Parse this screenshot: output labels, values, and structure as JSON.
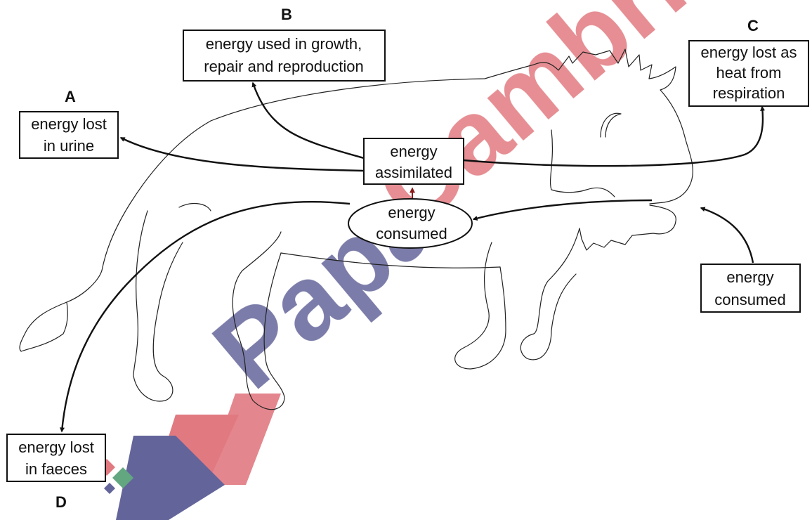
{
  "diagram": {
    "boxes": {
      "a": {
        "letter": "A",
        "line1": "energy lost",
        "line2": "in urine"
      },
      "b": {
        "letter": "B",
        "line1": "energy used in growth,",
        "line2": "repair and reproduction"
      },
      "c": {
        "letter": "C",
        "line1": "energy lost as",
        "line2": "heat from",
        "line3": "respiration"
      },
      "d": {
        "letter": "D",
        "line1": "energy lost",
        "line2": "in faeces"
      },
      "assimilated": {
        "line1": "energy",
        "line2": "assimilated"
      },
      "consumed_oval": {
        "line1": "energy",
        "line2": "consumed"
      },
      "consumed_input": {
        "line1": "energy",
        "line2": "consumed"
      }
    }
  },
  "watermark": {
    "text": "PapaCambridge",
    "colors": {
      "red": "#e0727a",
      "blue": "#5b5d95",
      "green": "#5aa37a"
    }
  },
  "colors": {
    "line": "#111111",
    "small_arrow": "#8b1a1a"
  }
}
